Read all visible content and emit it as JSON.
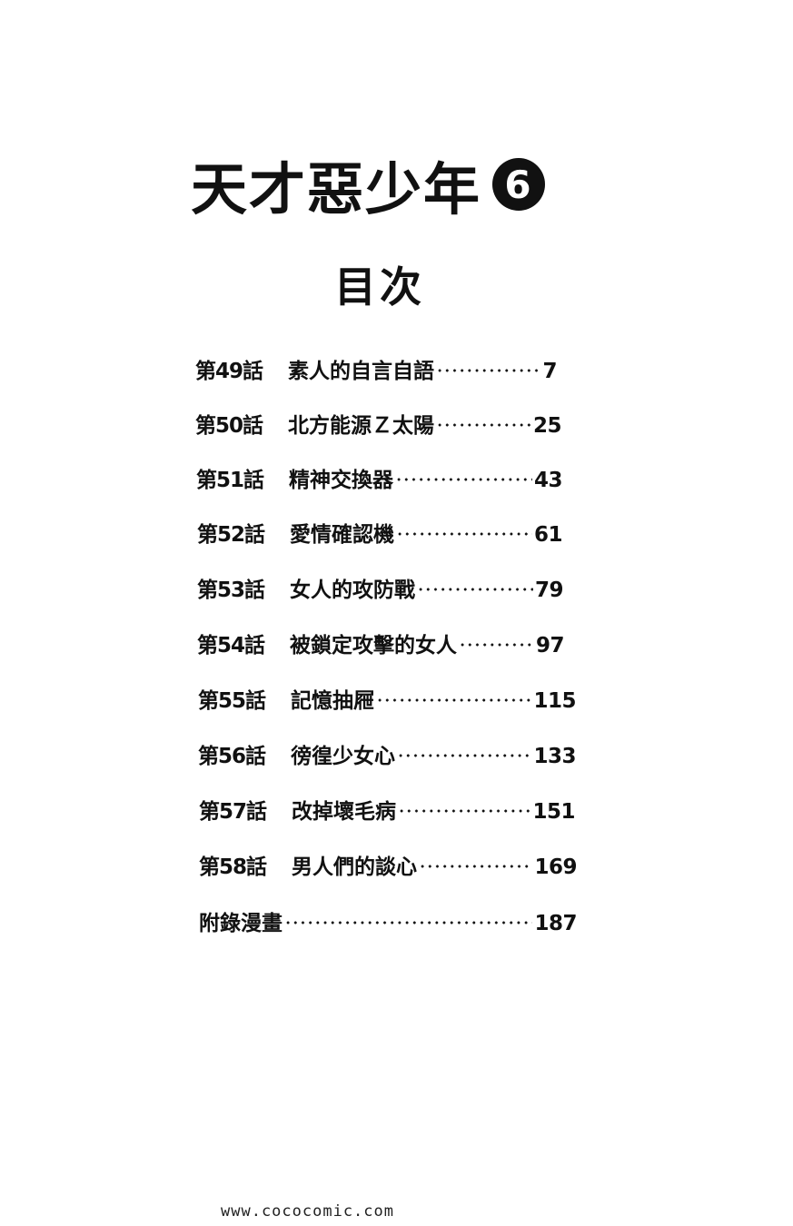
{
  "header": {
    "title": "天才惡少年",
    "volume": "6",
    "subtitle": "目次"
  },
  "toc": [
    {
      "episode": "第49話",
      "title": "素人的自言自語",
      "page": "7"
    },
    {
      "episode": "第50話",
      "title": "北方能源Ｚ太陽",
      "page": "25"
    },
    {
      "episode": "第51話",
      "title": "精神交換器",
      "page": "43"
    },
    {
      "episode": "第52話",
      "title": "愛情確認機",
      "page": "61"
    },
    {
      "episode": "第53話",
      "title": "女人的攻防戰",
      "page": "79"
    },
    {
      "episode": "第54話",
      "title": "被鎖定攻擊的女人",
      "page": "97"
    },
    {
      "episode": "第55話",
      "title": "記憶抽屜",
      "page": "115"
    },
    {
      "episode": "第56話",
      "title": "徬徨少女心",
      "page": "133"
    },
    {
      "episode": "第57話",
      "title": "改掉壞毛病",
      "page": "151"
    },
    {
      "episode": "第58話",
      "title": "男人們的談心",
      "page": "169"
    },
    {
      "episode": "",
      "title": "附錄漫畫",
      "page": "187"
    }
  ],
  "footer": {
    "url": "www.cococomic.com"
  }
}
